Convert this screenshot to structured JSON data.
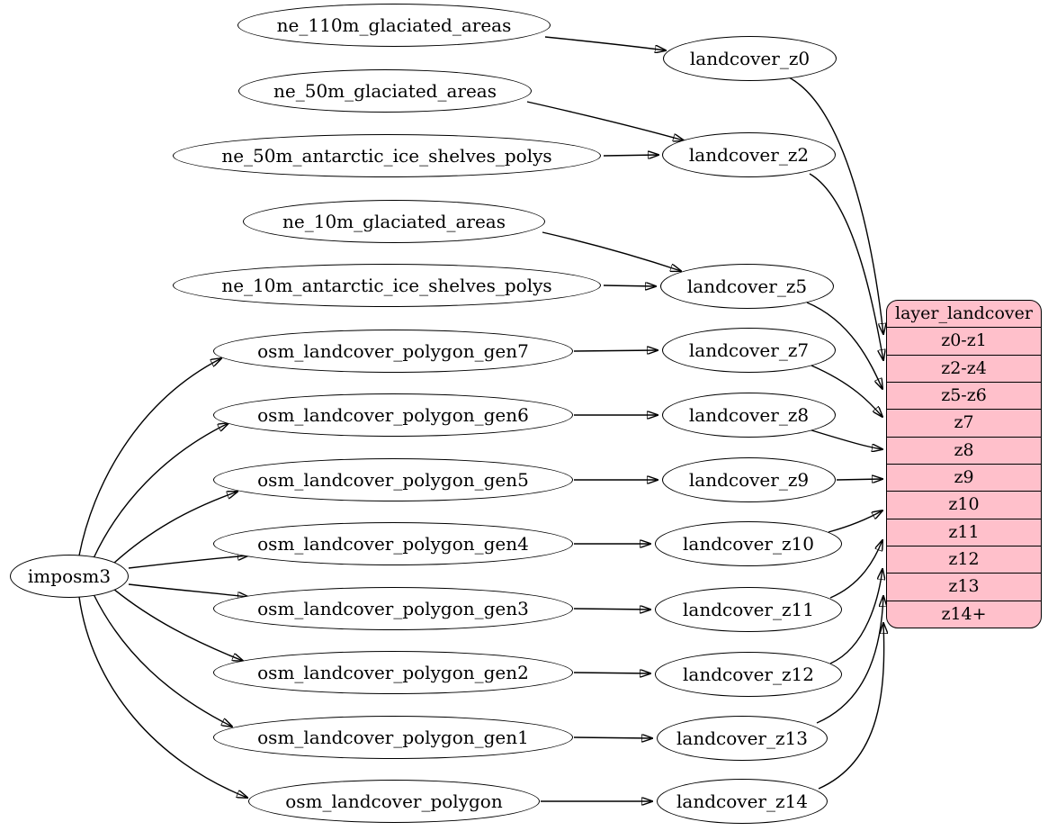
{
  "colors": {
    "background": "#ffffff",
    "edge": "#000000",
    "node_fill": "#ffffff",
    "node_border": "#000000",
    "record_fill": "#ffc0cb"
  },
  "nodes": {
    "imposm3": "imposm3",
    "ne_110m_glaciated_areas": "ne_110m_glaciated_areas",
    "ne_50m_glaciated_areas": "ne_50m_glaciated_areas",
    "ne_50m_antarctic_ice_shelves_polys": "ne_50m_antarctic_ice_shelves_polys",
    "ne_10m_glaciated_areas": "ne_10m_glaciated_areas",
    "ne_10m_antarctic_ice_shelves_polys": "ne_10m_antarctic_ice_shelves_polys",
    "osm_landcover_polygon_gen7": "osm_landcover_polygon_gen7",
    "osm_landcover_polygon_gen6": "osm_landcover_polygon_gen6",
    "osm_landcover_polygon_gen5": "osm_landcover_polygon_gen5",
    "osm_landcover_polygon_gen4": "osm_landcover_polygon_gen4",
    "osm_landcover_polygon_gen3": "osm_landcover_polygon_gen3",
    "osm_landcover_polygon_gen2": "osm_landcover_polygon_gen2",
    "osm_landcover_polygon_gen1": "osm_landcover_polygon_gen1",
    "osm_landcover_polygon": "osm_landcover_polygon",
    "landcover_z0": "landcover_z0",
    "landcover_z2": "landcover_z2",
    "landcover_z5": "landcover_z5",
    "landcover_z7": "landcover_z7",
    "landcover_z8": "landcover_z8",
    "landcover_z9": "landcover_z9",
    "landcover_z10": "landcover_z10",
    "landcover_z11": "landcover_z11",
    "landcover_z12": "landcover_z12",
    "landcover_z13": "landcover_z13",
    "landcover_z14": "landcover_z14"
  },
  "record": {
    "title": "layer_landcover",
    "rows": [
      "z0-z1",
      "z2-z4",
      "z5-z6",
      "z7",
      "z8",
      "z9",
      "z10",
      "z11",
      "z12",
      "z13",
      "z14+"
    ]
  },
  "edges": [
    [
      "imposm3",
      "osm_landcover_polygon_gen7"
    ],
    [
      "imposm3",
      "osm_landcover_polygon_gen6"
    ],
    [
      "imposm3",
      "osm_landcover_polygon_gen5"
    ],
    [
      "imposm3",
      "osm_landcover_polygon_gen4"
    ],
    [
      "imposm3",
      "osm_landcover_polygon_gen3"
    ],
    [
      "imposm3",
      "osm_landcover_polygon_gen2"
    ],
    [
      "imposm3",
      "osm_landcover_polygon_gen1"
    ],
    [
      "imposm3",
      "osm_landcover_polygon"
    ],
    [
      "ne_110m_glaciated_areas",
      "landcover_z0"
    ],
    [
      "ne_50m_glaciated_areas",
      "landcover_z2"
    ],
    [
      "ne_50m_antarctic_ice_shelves_polys",
      "landcover_z2"
    ],
    [
      "ne_10m_glaciated_areas",
      "landcover_z5"
    ],
    [
      "ne_10m_antarctic_ice_shelves_polys",
      "landcover_z5"
    ],
    [
      "osm_landcover_polygon_gen7",
      "landcover_z7"
    ],
    [
      "osm_landcover_polygon_gen6",
      "landcover_z8"
    ],
    [
      "osm_landcover_polygon_gen5",
      "landcover_z9"
    ],
    [
      "osm_landcover_polygon_gen4",
      "landcover_z10"
    ],
    [
      "osm_landcover_polygon_gen3",
      "landcover_z11"
    ],
    [
      "osm_landcover_polygon_gen2",
      "landcover_z12"
    ],
    [
      "osm_landcover_polygon_gen1",
      "landcover_z13"
    ],
    [
      "osm_landcover_polygon",
      "landcover_z14"
    ],
    [
      "landcover_z0",
      "layer_landcover:z0-z1"
    ],
    [
      "landcover_z2",
      "layer_landcover:z2-z4"
    ],
    [
      "landcover_z5",
      "layer_landcover:z5-z6"
    ],
    [
      "landcover_z7",
      "layer_landcover:z7"
    ],
    [
      "landcover_z8",
      "layer_landcover:z8"
    ],
    [
      "landcover_z9",
      "layer_landcover:z9"
    ],
    [
      "landcover_z10",
      "layer_landcover:z10"
    ],
    [
      "landcover_z11",
      "layer_landcover:z11"
    ],
    [
      "landcover_z12",
      "layer_landcover:z12"
    ],
    [
      "landcover_z13",
      "layer_landcover:z13"
    ],
    [
      "landcover_z14",
      "layer_landcover:z14+"
    ]
  ]
}
